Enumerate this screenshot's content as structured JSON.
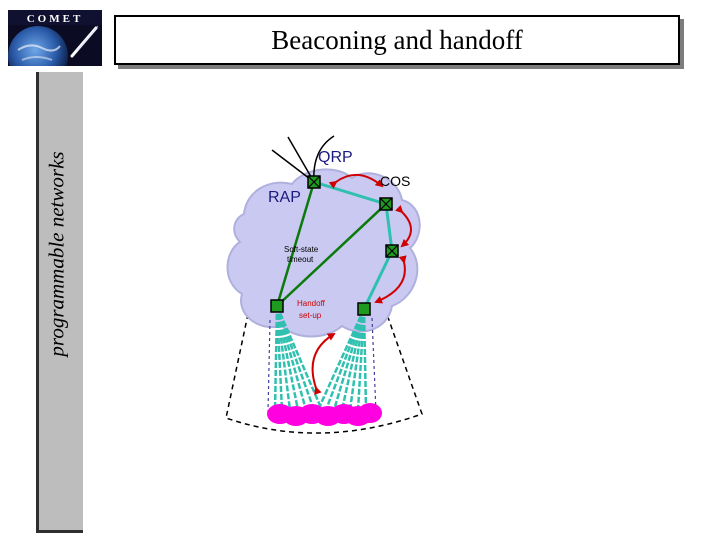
{
  "logo": {
    "text": "COMET"
  },
  "slide": {
    "title": "Beaconing and handoff",
    "side_label": "programmable networks"
  },
  "diagram": {
    "labels": {
      "qrp": "QRP",
      "rap": "RAP",
      "cos": "COS",
      "soft_state_line1": "Soft-state",
      "soft_state_line2": "timeout",
      "handoff_line1": "Handoff",
      "handoff_line2": "set-up"
    },
    "colors": {
      "cloud": "#c9c9f2",
      "cloud_edge": "#b0b0de",
      "link_green": "#0b7a0b",
      "link_teal": "#30c0b0",
      "arrow_red": "#d00000",
      "mobile_magenta": "#ff00e0",
      "node_green": "#1e9a1e",
      "label_blue": "#1a1a80"
    }
  }
}
